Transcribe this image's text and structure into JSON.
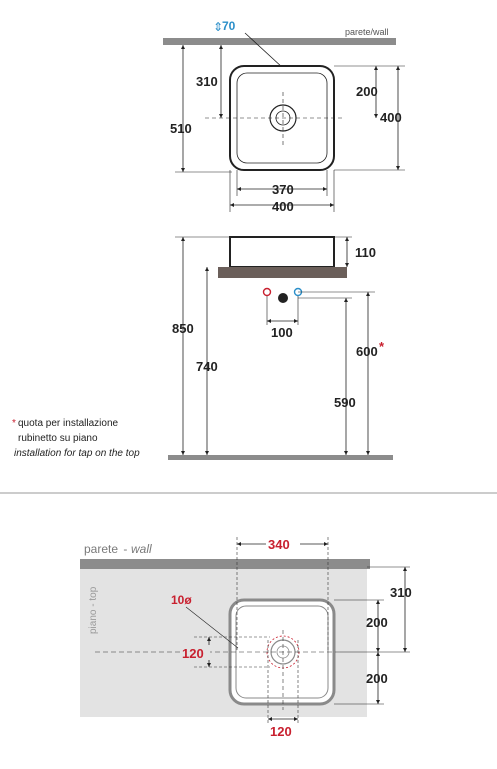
{
  "top_view": {
    "wall_label": "parete/wall",
    "drain_dim": "70",
    "dim_310": "310",
    "dim_510": "510",
    "dim_200": "200",
    "dim_400_right": "400",
    "dim_370": "370",
    "dim_400_bottom": "400"
  },
  "side_view": {
    "dim_110": "110",
    "dim_100": "100",
    "dim_850": "850",
    "dim_740": "740",
    "dim_600": "600",
    "dim_600_mark": "*",
    "dim_590": "590",
    "note_star": "*",
    "note_line1": "quota per installazione",
    "note_line2": "rubinetto su piano",
    "note_line3": "installation for tap on the top"
  },
  "install_view": {
    "wall_label_it": "parete",
    "wall_label_sep": " - ",
    "wall_label_en": "wall",
    "top_label": "piano - top",
    "dim_340": "340",
    "dim_310": "310",
    "dim_200_upper": "200",
    "dim_200_lower": "200",
    "hole_label": "10ø",
    "dim_120_left": "120",
    "dim_120_bottom": "120"
  },
  "colors": {
    "wall": "#8c8c8c",
    "counter": "#6b5f5a",
    "red": "#c8202f",
    "blue": "#2b8fc9",
    "panel": "#e3e3e3"
  }
}
